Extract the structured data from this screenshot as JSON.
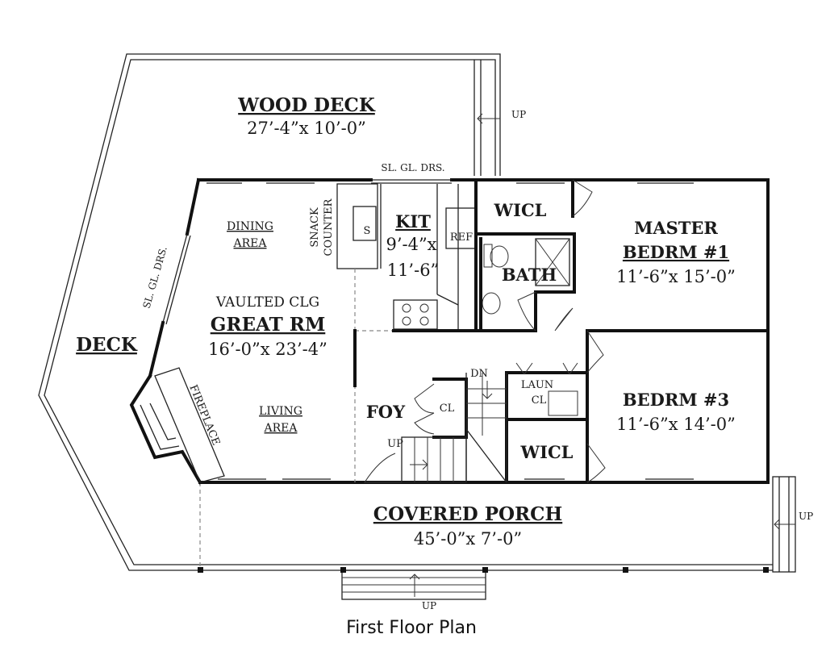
{
  "rooms": {
    "wood_deck": {
      "name": "WOOD DECK",
      "dim": "27’-4”x 10’-0”"
    },
    "great_room": {
      "note": "VAULTED CLG",
      "name": "GREAT RM",
      "dim": "16’-0”x 23’-4”"
    },
    "kitchen": {
      "name": "KIT",
      "dim_line1": "9’-4”x",
      "dim_line2": "11’-6”"
    },
    "master": {
      "name_line1": "MASTER",
      "name_line2": "BEDRM #1",
      "dim": "11’-6”x 15’-0”"
    },
    "bedroom3": {
      "name": "BEDRM #3",
      "dim": "11’-6”x 14’-0”"
    },
    "porch": {
      "name": "COVERED PORCH",
      "dim": "45’-0”x 7’-0”"
    },
    "deck": {
      "name": "DECK"
    },
    "foyer": {
      "name": "FOY"
    },
    "bath": {
      "name": "BATH"
    },
    "wicl_top": {
      "name": "WICL"
    },
    "wicl_bottom": {
      "name": "WICL"
    },
    "laundry": {
      "name": "LAUN"
    },
    "laundry_closet": {
      "name": "CL"
    },
    "foyer_closet": {
      "name": "CL"
    }
  },
  "areas": {
    "dining_line1": "DINING",
    "dining_line2": "AREA",
    "living_line1": "LIVING",
    "living_line2": "AREA"
  },
  "labels": {
    "sliding_doors_top": "SL. GL. DRS.",
    "sliding_doors_side": "SL. GL. DRS.",
    "snack_counter_line1": "SNACK",
    "snack_counter_line2": "COUNTER",
    "sink": "S",
    "refrigerator": "REF",
    "fireplace": "FIREPLACE",
    "stair_down": "DN",
    "stair_up_foyer": "UP",
    "up_deck": "UP",
    "up_porch_right": "UP",
    "up_porch_front": "UP"
  },
  "caption": "First Floor Plan"
}
